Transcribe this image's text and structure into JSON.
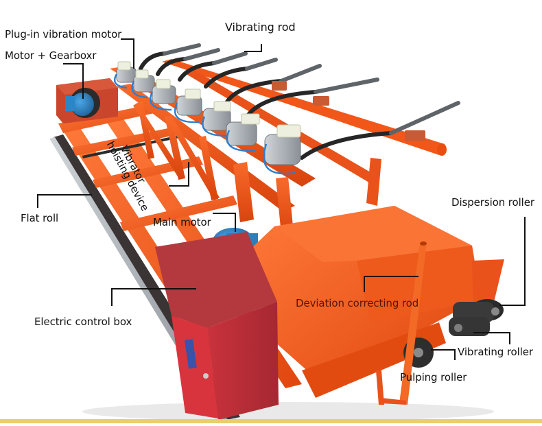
{
  "image": {
    "subject": "Concrete paving / leveling machine with labeled components",
    "colors": {
      "frame_orange": "#f2571a",
      "control_box_red": "#b3303a",
      "motor_blue": "#2a86c8",
      "background": "#ffffff",
      "bottom_bar": "#e8cf6a",
      "label_text": "#111111"
    }
  },
  "labels": [
    {
      "id": "plug-in-vibration-motor",
      "text": "Plug-in vibration motor"
    },
    {
      "id": "motor-gearbox",
      "text": "Motor + Gearboxr"
    },
    {
      "id": "vibrating-rod",
      "text": "Vibrating rod"
    },
    {
      "id": "vibrator-hoisting-device",
      "text_line1": "Vibrator",
      "text_line2": "hoisting device"
    },
    {
      "id": "flat-roll",
      "text": "Flat roll"
    },
    {
      "id": "main-motor",
      "text": "Main motor"
    },
    {
      "id": "dispersion-roller",
      "text": "Dispersion roller"
    },
    {
      "id": "deviation-correcting-rod",
      "text": "Deviation correcting rod"
    },
    {
      "id": "electric-control-box",
      "text": "Electric control box"
    },
    {
      "id": "vibrating-roller",
      "text": "Vibrating roller"
    },
    {
      "id": "pulping-roller",
      "text": "Pulping roller"
    }
  ]
}
